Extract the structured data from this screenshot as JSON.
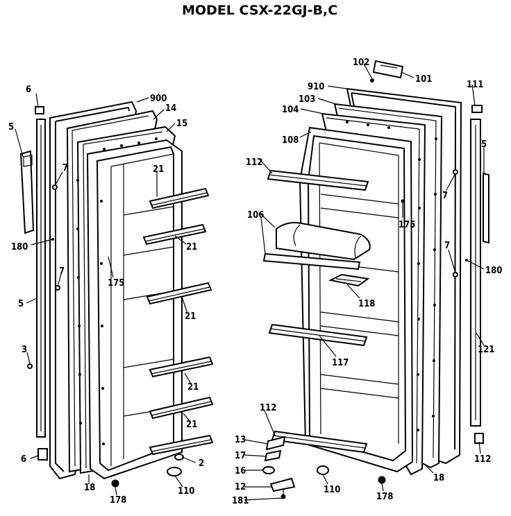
{
  "title": "MODEL CSX-22GJ-B,C",
  "callouts": {
    "c900": "900",
    "c14": "14",
    "c15": "15",
    "c6a": "6",
    "c5a": "5",
    "c7a": "7",
    "c180a": "180",
    "c7b": "7",
    "c5b": "5",
    "c3": "3",
    "c6b": "6",
    "c21a": "21",
    "c21b": "21",
    "c175a": "175",
    "c21c": "21",
    "c21d": "21",
    "c21e": "21",
    "c2": "2",
    "c18a": "18",
    "c178a": "178",
    "c110a": "110",
    "c102": "102",
    "c101": "101",
    "c910": "910",
    "c103": "103",
    "c104": "104",
    "c108": "108",
    "c111": "111",
    "c5c": "5",
    "c7c": "7",
    "c112a": "112",
    "c175b": "175",
    "c106": "106",
    "c7d": "7",
    "c180b": "180",
    "c118": "118",
    "c121": "121",
    "c117": "117",
    "c112b": "112",
    "c112c": "112",
    "c13": "13",
    "c17": "17",
    "c16": "16",
    "c12": "12",
    "c181": "181",
    "c110b": "110",
    "c178b": "178",
    "c18b": "18"
  }
}
